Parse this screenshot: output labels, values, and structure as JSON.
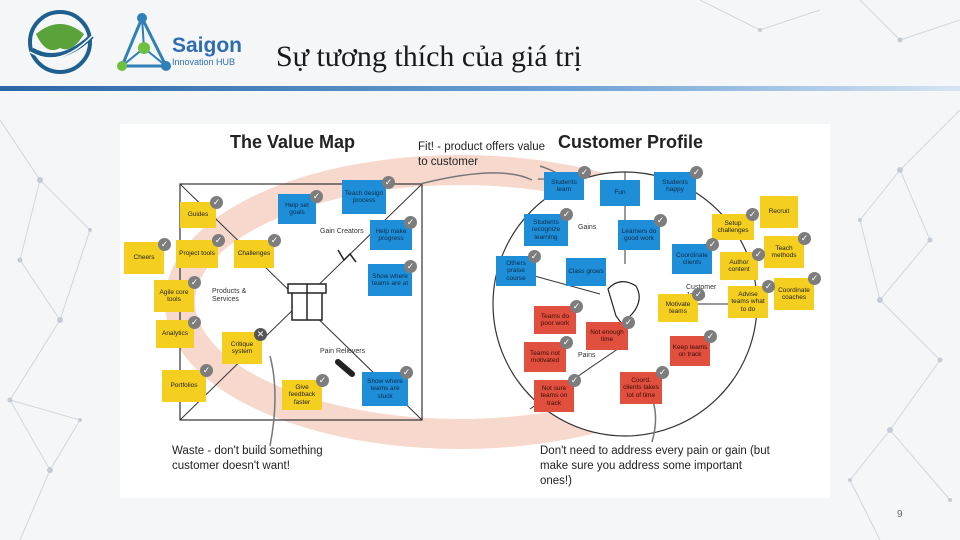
{
  "header": {
    "title": "Sự tương thích của giá trị",
    "logo2": {
      "name": "Saigon",
      "sub": "Innovation HUB"
    }
  },
  "figure": {
    "value_map_title": "The Value Map",
    "customer_profile_title": "Customer Profile",
    "fit_note": "Fit! - product offers value to customer",
    "waste_note": "Waste - don't build something customer doesn't want!",
    "pains_note": "Don't need to address every pain or gain (but make sure you address some important ones!)",
    "labels": {
      "gain_creators": "Gain Creators",
      "products_services": "Products & Services",
      "pain_relievers": "Pain Relievers",
      "gains": "Gains",
      "pains": "Pains",
      "customer_jobs": "Customer Job(s)"
    },
    "notes": [
      {
        "id": "teach-design",
        "text": "Teach design process",
        "color": "blue"
      },
      {
        "id": "help-set-goals",
        "text": "Help set goals",
        "color": "blue"
      },
      {
        "id": "help-make-progress",
        "text": "Help make progress",
        "color": "blue"
      },
      {
        "id": "show-where-at",
        "text": "Show where teams are at",
        "color": "blue"
      },
      {
        "id": "show-where-stuck",
        "text": "Show where teams are stuck",
        "color": "blue"
      },
      {
        "id": "guides",
        "text": "Guides",
        "color": "yellow"
      },
      {
        "id": "cheers",
        "text": "Cheers",
        "color": "yellow"
      },
      {
        "id": "project-tools",
        "text": "Project tools",
        "color": "yellow"
      },
      {
        "id": "challenges",
        "text": "Challenges",
        "color": "yellow"
      },
      {
        "id": "agile-tools",
        "text": "Agile core tools",
        "color": "yellow"
      },
      {
        "id": "analytics",
        "text": "Analytics",
        "color": "yellow"
      },
      {
        "id": "critique",
        "text": "Critique system",
        "color": "yellow"
      },
      {
        "id": "feedback",
        "text": "Give feedback faster",
        "color": "yellow"
      },
      {
        "id": "portfolios",
        "text": "Portfolios",
        "color": "yellow"
      },
      {
        "id": "students-learn",
        "text": "Students learn",
        "color": "blue"
      },
      {
        "id": "fun",
        "text": "Fun",
        "color": "blue"
      },
      {
        "id": "students-happy",
        "text": "Students happy",
        "color": "blue"
      },
      {
        "id": "students-recognize",
        "text": "Students recognize learning",
        "color": "blue"
      },
      {
        "id": "learners-good",
        "text": "Learners do good work",
        "color": "blue"
      },
      {
        "id": "others-praise",
        "text": "Others praise course",
        "color": "blue"
      },
      {
        "id": "class-grows",
        "text": "Class grows",
        "color": "blue"
      },
      {
        "id": "coordinate-clients",
        "text": "Coordinate clients",
        "color": "blue"
      },
      {
        "id": "setup-challenges",
        "text": "Setup challenges",
        "color": "yellow"
      },
      {
        "id": "recruit",
        "text": "Recruit",
        "color": "yellow"
      },
      {
        "id": "author-content",
        "text": "Author content",
        "color": "yellow"
      },
      {
        "id": "teach-methods",
        "text": "Teach methods",
        "color": "yellow"
      },
      {
        "id": "motivate-teams",
        "text": "Motivate teams",
        "color": "yellow"
      },
      {
        "id": "advise-teams",
        "text": "Advise teams what to do",
        "color": "yellow"
      },
      {
        "id": "coordinate-coaches",
        "text": "Coordinate coaches",
        "color": "yellow"
      },
      {
        "id": "teams-poor-work",
        "text": "Teams do poor work",
        "color": "red"
      },
      {
        "id": "not-enough-time",
        "text": "Not enough time",
        "color": "red"
      },
      {
        "id": "keep-teams",
        "text": "Keep teams on track",
        "color": "red"
      },
      {
        "id": "teams-not-motivated",
        "text": "Teams not motivated",
        "color": "red"
      },
      {
        "id": "not-sure-track",
        "text": "Not sure teams on track",
        "color": "red"
      },
      {
        "id": "coord-clients-time",
        "text": "Coord. clients takes lot of time",
        "color": "red"
      }
    ]
  },
  "page_number": "9"
}
